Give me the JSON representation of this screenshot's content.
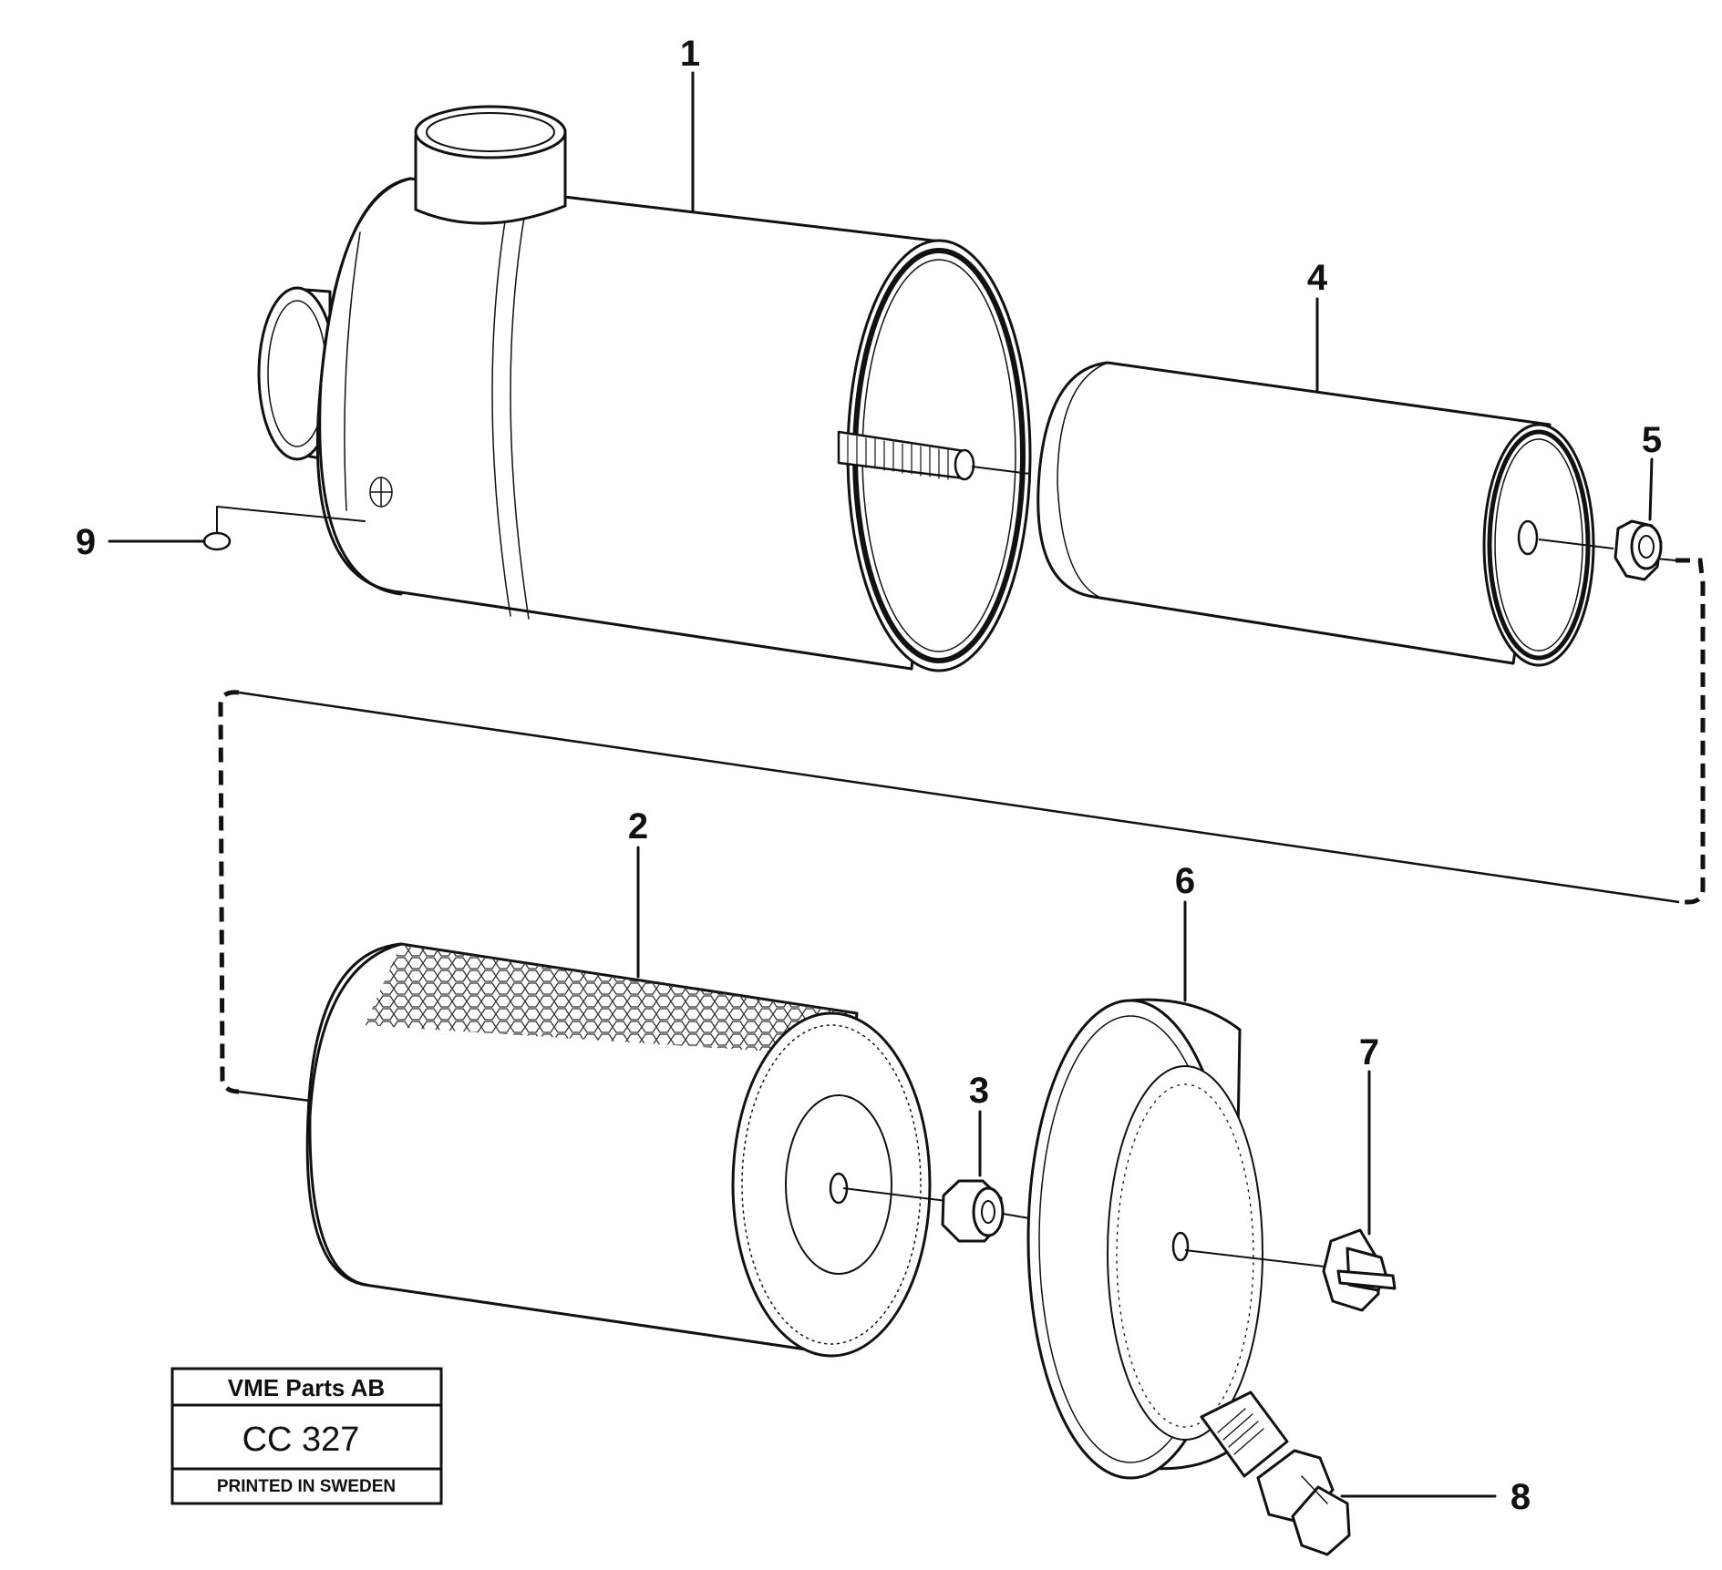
{
  "drawing": {
    "callouts": [
      "1",
      "2",
      "3",
      "4",
      "5",
      "6",
      "7",
      "8",
      "9"
    ],
    "title_box": {
      "company": "VME Parts AB",
      "code": "CC 327",
      "footer": "PRINTED IN SWEDEN"
    }
  }
}
